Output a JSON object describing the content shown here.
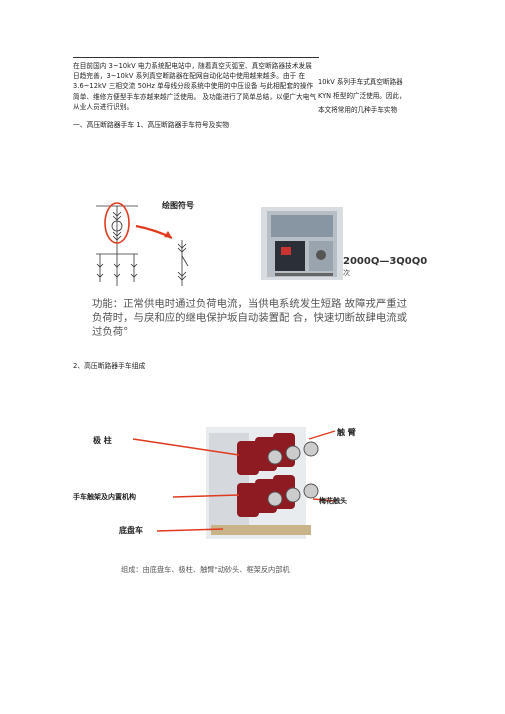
{
  "intro": "在目前国内 3~10kV 电力系统配电站中，随着真空灭弧室、真空断路器技术发展日趋完善，3~10kV 系列真空断路器在配网自动化站中使用越来越多。由于 在 3.6~12kV 三相交流 50Hz 单母线分段系统中使用的中压设备 与此相配套的操作简单、维修方便型手车亦越来越广泛使用。 及功能进行了简单总结，以便广大电气从业人员进行识别。",
  "side_lines": [
    "10kV 系列手车式真空断路器",
    "KYN 柜型的广泛使用。因此，",
    "本文将常用的几种手车实物"
  ],
  "heading1": "一、高压断路器手车 1、高压断路器手车符号及实物",
  "figure1": {
    "symbol_label": "绘图符号",
    "count_label": "2000Q—3Q0Q0",
    "count_unit": "次"
  },
  "function_text": "功能：正常供电时通过负荷电流，当供电系统发生短路 故障戎严重过负荷时，与戾和应的继电保护坂自动装置配 合，快速切断故肆电流或过负荷°",
  "heading2": "2、高压断路器手车组成",
  "figure2": {
    "label_pole": "极 柱",
    "label_arm": "触 臂",
    "label_drive": "手车触架及内置机构",
    "label_contact": "梅花触头",
    "label_chassis": "底盘车"
  },
  "composition_text": "组成：由底盘车、极柱、触臂\"动砂头、框架反内部机"
}
